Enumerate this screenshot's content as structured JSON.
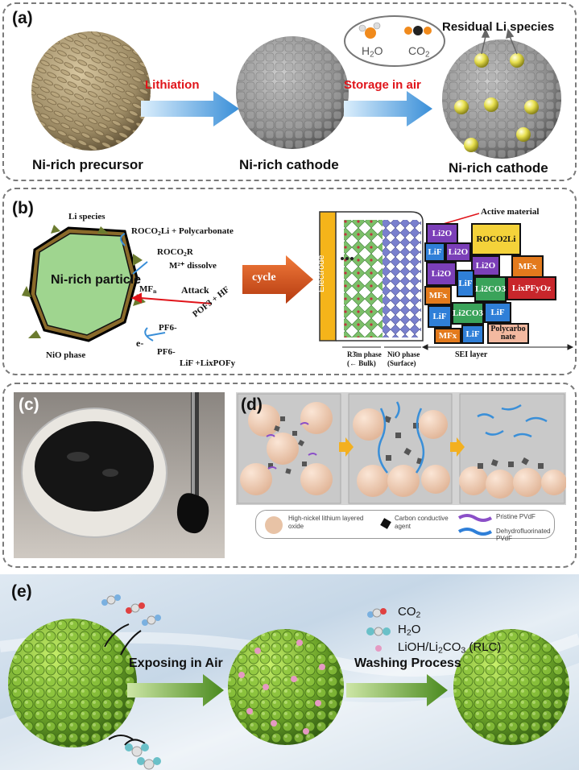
{
  "panel_a": {
    "label": "(a)",
    "step1_label": "Lithiation",
    "step2_label": "Storage in air",
    "precursor_caption": "Ni-rich precursor",
    "cathode_caption": "Ni-rich cathode",
    "cathode_caption2": "Ni-rich cathode",
    "residual_label": "Residual Li species",
    "h2o_label": "H2O",
    "co2_label": "CO2",
    "colors": {
      "arrow_text": "#e0141a",
      "arrow": "#3a8fd8"
    }
  },
  "panel_b": {
    "label": "(b)",
    "li_species": "Li species",
    "rocoli_base": "ROCO",
    "rocoli_rest": "Li + Polycarbonate",
    "rocor_base": "ROCO",
    "rocor_rest": "R",
    "dissolve": "M²⁺ dissolve",
    "particle": "Ni-rich particle",
    "attack": "Attack",
    "mfn_base": "MF",
    "mfn_sub": "n",
    "pf6_a": "PF6-",
    "pf6_b": "PF6-",
    "pof3": "POF3 + HF",
    "electron": "e-",
    "lif_product": "LiF +LixPOFy",
    "nio_phase": "NiO phase",
    "cycle": "cycle",
    "electrode": "Electrode",
    "active_material": "Active material",
    "r3m_phase": "R3̄m phase",
    "r3m_bulk": "(← Bulk)",
    "nio_phase2": "NiO phase",
    "nio_surface": "(Surface)",
    "sei_layer": "SEI layer",
    "sei": {
      "li2o_a": "Li2O",
      "lif_a": "LiF",
      "li2o_b": "Li2O",
      "rocoli": "ROCO2Li",
      "li2o_c": "Li2O",
      "li2o_d": "Li2O",
      "mfx_a": "MFx",
      "mfx_b": "MFx",
      "lif_b": "LiF",
      "li2co3_a": "Li2CO3",
      "lipfo": "LixPFyOz",
      "lif_c": "LiF",
      "li2co3_b": "Li2CO3",
      "lif_d": "LiF",
      "mfx_c": "MFx",
      "lif_e": "LiF",
      "polycarbonate": "Polycarbo nate"
    }
  },
  "panel_c": {
    "label": "(c)"
  },
  "panel_d": {
    "label": "(d)",
    "legend": {
      "oxide": "High-nickel lithium layered oxide",
      "carbon": "Carbon conductive agent",
      "pristine": "Pristine PVdF",
      "dehydro": "Dehydrofluorinated PVdF"
    }
  },
  "panel_e": {
    "label": "(e)",
    "exposing": "Exposing in Air",
    "washing": "Washing Process",
    "legend_co2": "CO2",
    "legend_h2o": "H2O",
    "legend_rlc": "LiOH/Li2CO3 (RLC)"
  }
}
